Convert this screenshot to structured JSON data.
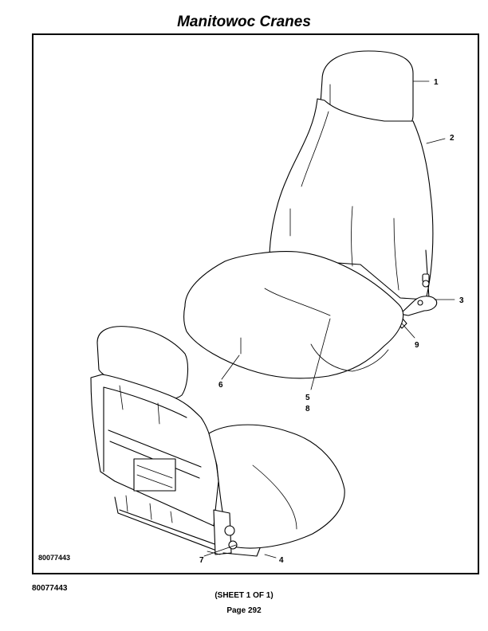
{
  "header": {
    "title": "Manitowoc Cranes"
  },
  "figure": {
    "drawing_number": "80077443",
    "callouts": [
      "1",
      "2",
      "3",
      "4",
      "5",
      "6",
      "7",
      "8",
      "9"
    ]
  },
  "footer": {
    "drawing_number": "80077443",
    "sheet": "(SHEET 1 OF 1)",
    "page": "Page 292"
  }
}
